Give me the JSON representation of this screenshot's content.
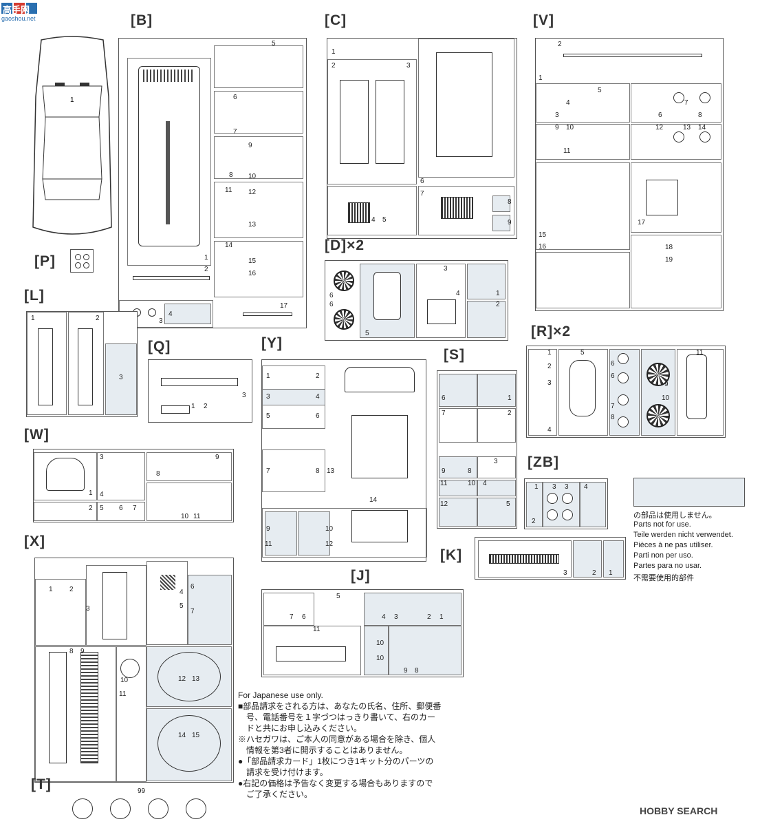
{
  "watermark": {
    "logo_text": "高手网",
    "logo_sub": "gaoshou.net",
    "bottom": "HOBBY SEARCH"
  },
  "sprues": {
    "B": "[B]",
    "C": "[C]",
    "V": "[V]",
    "P": "[P]",
    "D": "[D]×2",
    "L": "[L]",
    "Q": "[Q]",
    "Y": "[Y]",
    "S": "[S]",
    "R": "[R]×2",
    "W": "[W]",
    "ZB": "[ZB]",
    "X": "[X]",
    "K": "[K]",
    "J": "[J]",
    "T": "[T]"
  },
  "t_number": "99",
  "legend": {
    "jp": "の部品は使用しません。",
    "en": "Parts not for use.",
    "de": "Teile werden nicht verwendet.",
    "fr": "Pièces à ne pas utiliser.",
    "it": "Parti non per uso.",
    "es": "Partes para no usar.",
    "cn": "不需要使用的部件"
  },
  "notes": [
    "For Japanese use only.",
    "■部品請求をされる方は、あなたの氏名、住所、郵便番",
    "　号、電話番号を１字づつはっきり書いて、右のカー",
    "　ドと共にお申し込みください。",
    "※ハセガワは、ご本人の同意がある場合を除き、個人",
    "　情報を第3者に開示することはありません。",
    "●「部品請求カード」1枚につき1キット分のパーツの",
    "　請求を受け付けます。",
    "●右記の価格は予告なく変更する場合もありますので",
    "　ご了承ください。"
  ]
}
